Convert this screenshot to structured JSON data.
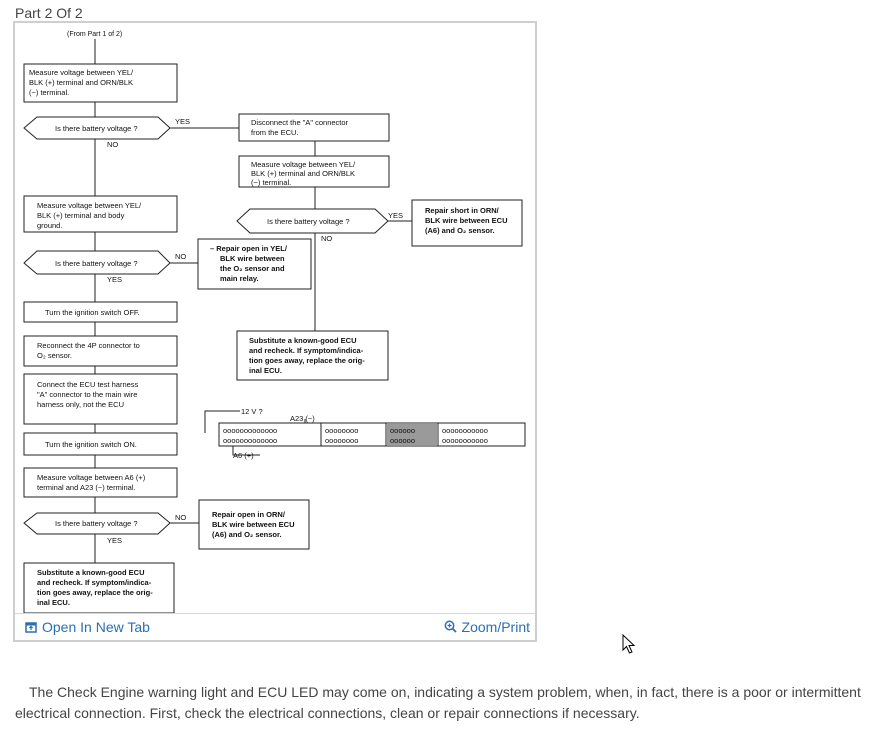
{
  "page": {
    "part_title": "Part 2 Of 2"
  },
  "flowchart": {
    "from_note": "(From Part 1 of 2)",
    "nodes": {
      "measure1": [
        "Measure voltage between YEL/",
        "BLK (+) terminal and ORN/BLK",
        "(−) terminal."
      ],
      "q1": "Is there battery voltage ?",
      "disconnect": [
        "Disconnect the \"A\" connector",
        "from the ECU."
      ],
      "measure2": [
        "Measure voltage between YEL/",
        "BLK (+) terminal and ORN/BLK",
        "(−) terminal."
      ],
      "q2": "Is there battery voltage ?",
      "repair_short": [
        "Repair short in ORN/",
        "BLK wire between ECU",
        "(A6) and O₂ sensor."
      ],
      "measure3": [
        "Measure voltage between YEL/",
        "BLK (+) terminal and body",
        "ground."
      ],
      "q3": "Is there battery voltage ?",
      "repair_open1": [
        "– Repair open in YEL/",
        "BLK wire between",
        "the O₂ sensor and",
        "main relay."
      ],
      "ign_off": "Turn the ignition switch OFF.",
      "reconnect": [
        "Reconnect the 4P connector to",
        "O₂ sensor."
      ],
      "substitute1": [
        "Substitute a known-good ECU",
        "and recheck. If symptom/indica-",
        "tion goes away, replace the orig-",
        "inal ECU."
      ],
      "connect_harness": [
        "Connect the ECU test harness",
        "\"A\" connector to the main wire",
        "harness only, not the ECU"
      ],
      "ign_on": "Turn the ignition switch ON.",
      "measure4": [
        "Measure voltage between A6 (+)",
        "terminal and A23 (−) terminal."
      ],
      "q4": "Is there battery voltage ?",
      "repair_open2": [
        "Repair open in ORN/",
        "BLK wire between ECU",
        "(A6) and O₂ sensor."
      ],
      "substitute2": [
        "Substitute a known-good ECU",
        "and recheck. If symptom/indica-",
        "tion goes away, replace the orig-",
        "inal ECU."
      ]
    },
    "labels": {
      "yes": "YES",
      "no": "NO"
    },
    "connector": {
      "voltage": "12 V ?",
      "a23": "A23 (−)",
      "a6": "A6 (+)",
      "row_top": [
        "ooooooooooooo",
        "oooooooo",
        "oooooo",
        "ooooooooooo"
      ],
      "row_bottom": [
        "ooooooooooooo",
        "oooooooo",
        "oooooo",
        "ooooooooooo"
      ]
    }
  },
  "links": {
    "open_new_tab": "Open In New Tab",
    "zoom_print": "Zoom/Print"
  },
  "body_text": "The Check Engine warning light and ECU LED may come on, indicating a system problem, when, in fact, there is a poor or intermittent electrical connection. First, check the electrical connections, clean or repair connections if necessary.",
  "icons": {
    "open": "open-new-tab-icon",
    "zoom": "zoom-icon",
    "cursor": "mouse-pointer-icon"
  },
  "colors": {
    "link": "#2a6fb3",
    "frame": "#cfcfcf"
  }
}
